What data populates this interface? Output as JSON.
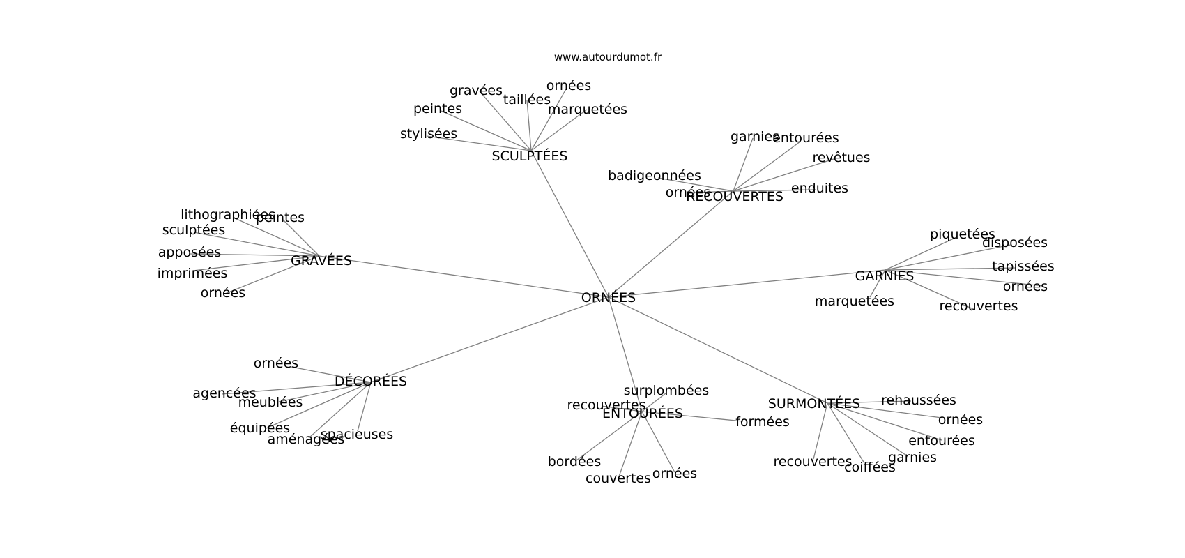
{
  "watermark": "www.autourdumot.fr",
  "center": "ORNÉES",
  "clusters": [
    {
      "id": "sculptees",
      "label": "SCULPTÉES",
      "leaves": [
        "stylisées",
        "peintes",
        "gravées",
        "taillées",
        "ornées",
        "marquetées"
      ]
    },
    {
      "id": "recouvertes",
      "label": "RECOUVERTES",
      "leaves": [
        "garnies",
        "entourées",
        "revêtues",
        "badigeonnées",
        "ornées",
        "enduites"
      ]
    },
    {
      "id": "gravees",
      "label": "GRAVÉES",
      "leaves": [
        "lithographiées",
        "peintes",
        "sculptées",
        "apposées",
        "imprimées",
        "ornées"
      ]
    },
    {
      "id": "garnies",
      "label": "GARNIES",
      "leaves": [
        "piquetées",
        "disposées",
        "tapissées",
        "ornées",
        "marquetées",
        "recouvertes"
      ]
    },
    {
      "id": "decorees",
      "label": "DÉCORÉES",
      "leaves": [
        "ornées",
        "agencées",
        "meublées",
        "équipées",
        "aménagées",
        "spacieuses"
      ]
    },
    {
      "id": "entourees",
      "label": "ENTOURÉES",
      "leaves": [
        "surplombées",
        "recouvertes",
        "formées",
        "bordées",
        "couvertes",
        "ornées"
      ]
    },
    {
      "id": "surmontees",
      "label": "SURMONTÉES",
      "leaves": [
        "rehaussées",
        "ornées",
        "entourées",
        "garnies",
        "recouvertes",
        "coiffées"
      ]
    }
  ],
  "colors": {
    "edge": "#808080",
    "text": "#000000",
    "background": "#ffffff"
  }
}
